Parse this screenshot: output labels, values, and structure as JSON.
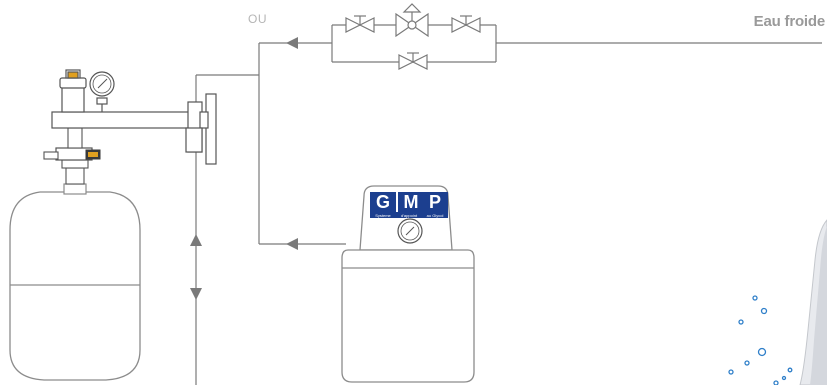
{
  "labels": {
    "ou": "OU",
    "eau_froide": "Eau froide"
  },
  "gmp_unit": {
    "logo_letters": [
      "G",
      "M",
      "P"
    ],
    "logo_subtitle": [
      "Systeme",
      "d'appoint",
      "au Glycol"
    ]
  },
  "colors": {
    "line": "#7a7a7a",
    "outline": "#8c8c8c",
    "logo_blue": "#1c3f8f",
    "bubble_blue": "#2f7fc9"
  }
}
